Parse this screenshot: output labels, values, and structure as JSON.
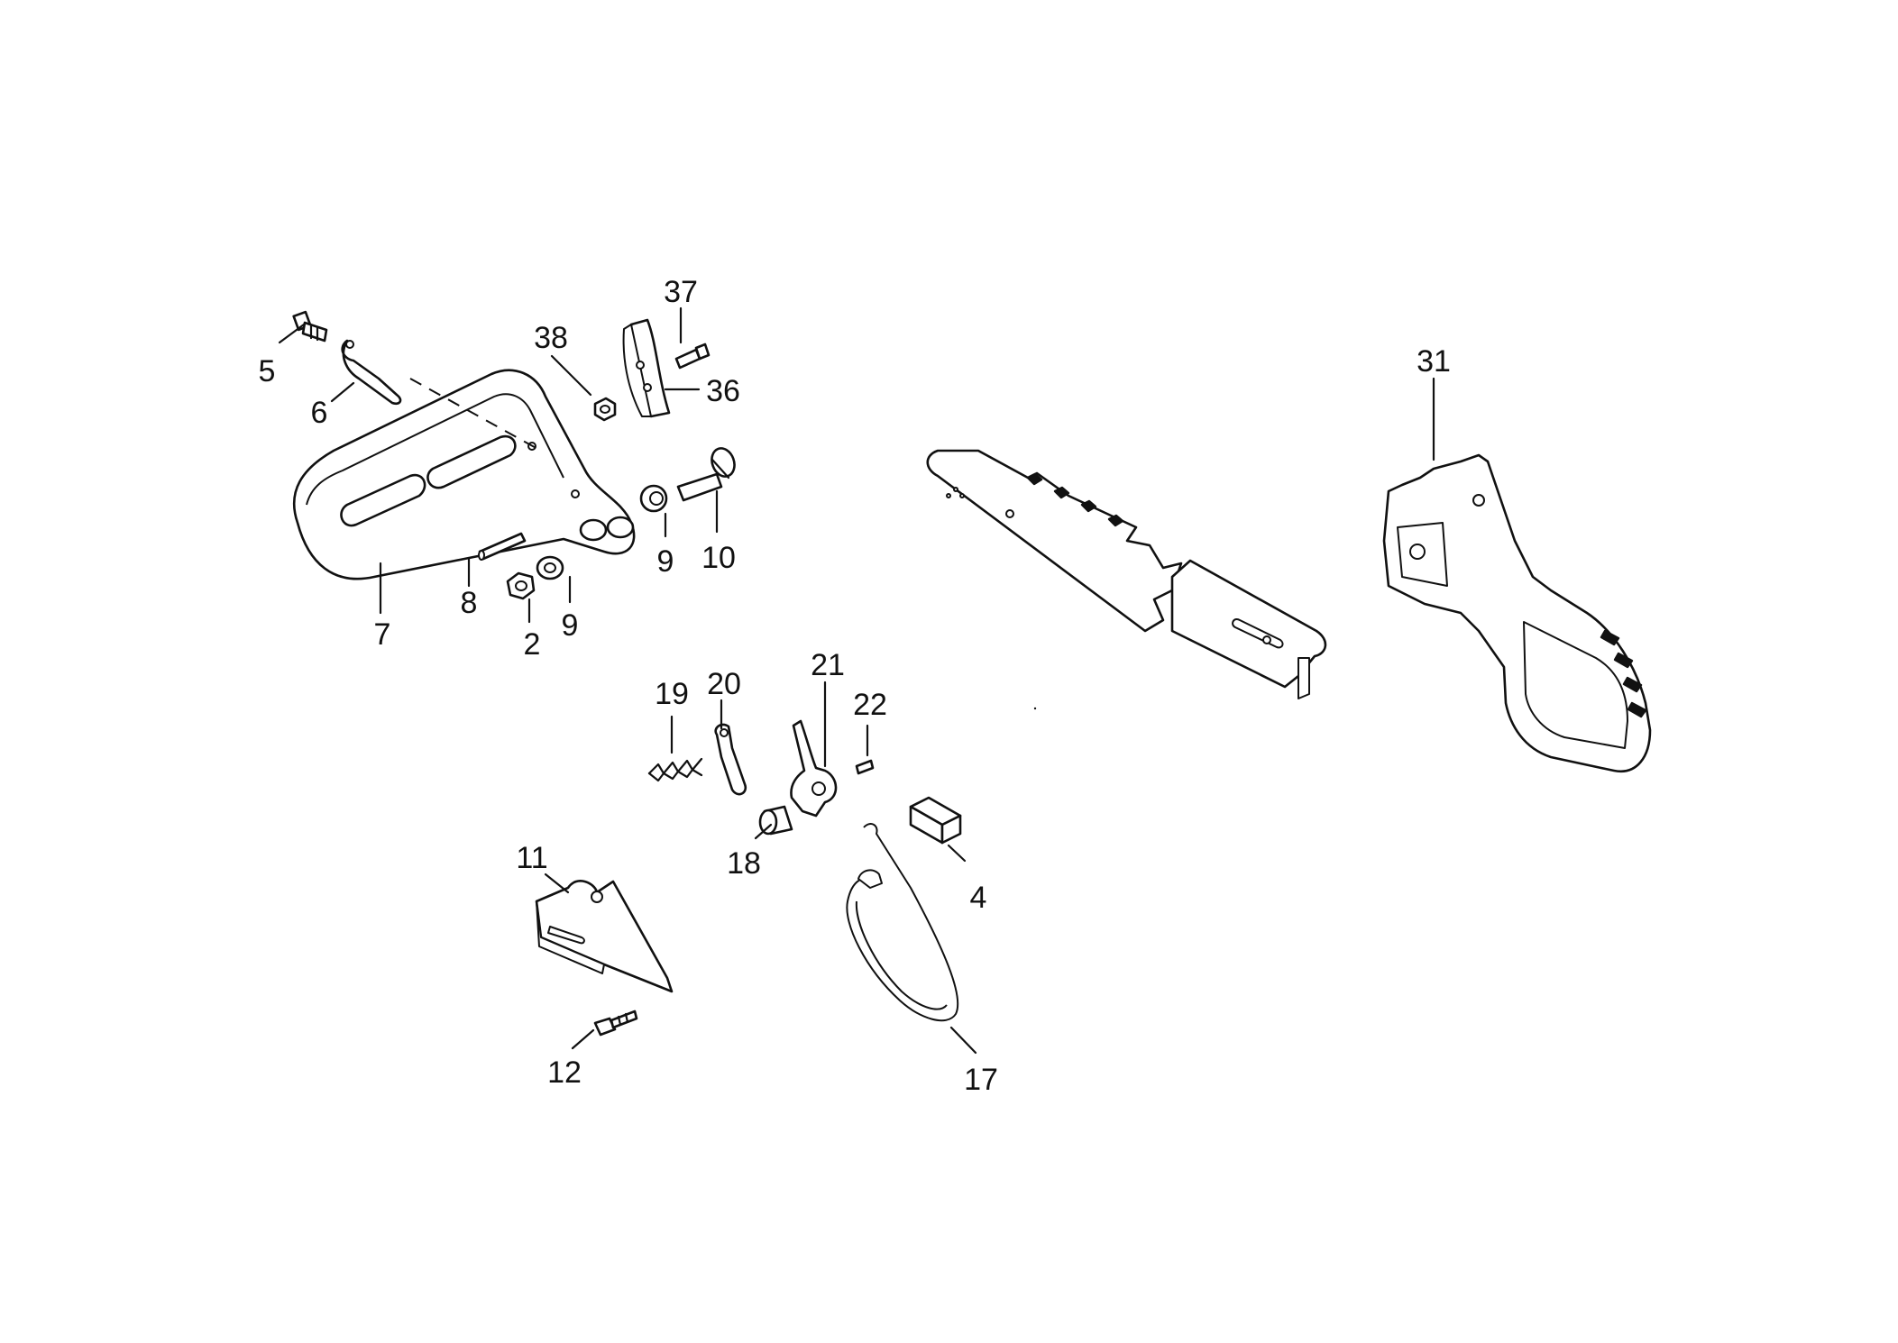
{
  "diagram": {
    "callouts": [
      {
        "id": "5",
        "label": "5"
      },
      {
        "id": "6",
        "label": "6"
      },
      {
        "id": "7",
        "label": "7"
      },
      {
        "id": "8",
        "label": "8"
      },
      {
        "id": "2",
        "label": "2"
      },
      {
        "id": "9a",
        "label": "9"
      },
      {
        "id": "9b",
        "label": "9"
      },
      {
        "id": "10",
        "label": "10"
      },
      {
        "id": "38",
        "label": "38"
      },
      {
        "id": "37",
        "label": "37"
      },
      {
        "id": "36",
        "label": "36"
      },
      {
        "id": "31",
        "label": "31"
      },
      {
        "id": "19",
        "label": "19"
      },
      {
        "id": "20",
        "label": "20"
      },
      {
        "id": "21",
        "label": "21"
      },
      {
        "id": "22",
        "label": "22"
      },
      {
        "id": "18",
        "label": "18"
      },
      {
        "id": "4",
        "label": "4"
      },
      {
        "id": "11",
        "label": "11"
      },
      {
        "id": "12",
        "label": "12"
      },
      {
        "id": "17",
        "label": "17"
      }
    ]
  }
}
